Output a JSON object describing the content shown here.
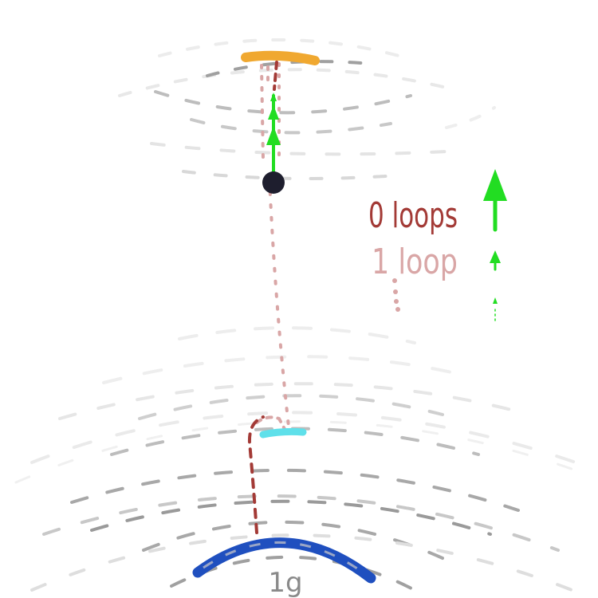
{
  "legend": {
    "zero_loops": "0 loops",
    "one_loop": "1 loop"
  },
  "planet_label": "1g",
  "colors": {
    "background": "#ffffff",
    "field_lines_light": "#e6e6e6",
    "field_lines_mid": "#c8c8c8",
    "field_lines_dark": "#9a9a9a",
    "top_body": "#f0a830",
    "planet_surface": "#1f4fbf",
    "zero_loops_path": "#a33a36",
    "one_loop_path": "#d9a6a6",
    "arrow": "#22dd22",
    "ball": "#1e1e2e",
    "target_patch": "#5fe0ea",
    "planet_label": "#8a8a8a"
  },
  "icons": {
    "ball": "filled-circle",
    "arrow": "up-arrow"
  }
}
